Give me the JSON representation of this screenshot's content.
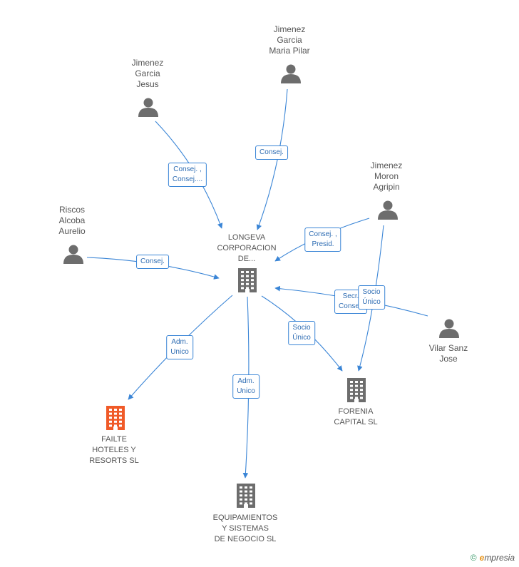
{
  "nodes": [
    {
      "id": "longeva",
      "kind": "company",
      "label": "LONGEVA\nCORPORACION\nDE...",
      "color": "#6d6d6d"
    },
    {
      "id": "failte",
      "kind": "company",
      "label": "FAILTE\nHOTELES Y\nRESORTS SL",
      "color": "#f05a28"
    },
    {
      "id": "equipamientos",
      "kind": "company",
      "label": "EQUIPAMIENTOS\nY SISTEMAS\nDE NEGOCIO SL",
      "color": "#6d6d6d"
    },
    {
      "id": "forenia",
      "kind": "company",
      "label": "FORENIA\nCAPITAL SL",
      "color": "#6d6d6d"
    },
    {
      "id": "jg_maria",
      "kind": "person",
      "label": "Jimenez\nGarcia\nMaria Pilar",
      "color": "#6d6d6d"
    },
    {
      "id": "jg_jesus",
      "kind": "person",
      "label": "Jimenez\nGarcia\nJesus",
      "color": "#6d6d6d"
    },
    {
      "id": "jm_agripin",
      "kind": "person",
      "label": "Jimenez\nMoron\nAgripin",
      "color": "#6d6d6d"
    },
    {
      "id": "riscos",
      "kind": "person",
      "label": "Riscos\nAlcoba\nAurelio",
      "color": "#6d6d6d"
    },
    {
      "id": "vilar",
      "kind": "person",
      "label": "Vilar Sanz\nJose",
      "color": "#6d6d6d"
    }
  ],
  "edges": [
    {
      "from": "jg_jesus",
      "to": "longeva",
      "label": "Consej. ,\nConsej...."
    },
    {
      "from": "jg_maria",
      "to": "longeva",
      "label": "Consej."
    },
    {
      "from": "jm_agripin",
      "to": "longeva",
      "label": "Consej. ,\nPresid."
    },
    {
      "from": "riscos",
      "to": "longeva",
      "label": "Consej."
    },
    {
      "from": "vilar",
      "to": "longeva",
      "label": "Secr.\nConsej."
    },
    {
      "from": "jm_agripin",
      "to": "forenia",
      "label": "Socio\nÚnico"
    },
    {
      "from": "longeva",
      "to": "forenia",
      "label": "Socio\nÚnico"
    },
    {
      "from": "longeva",
      "to": "failte",
      "label": "Adm.\nUnico"
    },
    {
      "from": "longeva",
      "to": "equipamientos",
      "label": "Adm.\nUnico"
    }
  ],
  "colors": {
    "edge": "#3a85d6",
    "edge_label_border": "#3a85d6",
    "edge_label_text": "#2f6db3"
  },
  "footer": {
    "copyright": "©",
    "brand": "mpresia",
    "brand_initial": "e"
  }
}
